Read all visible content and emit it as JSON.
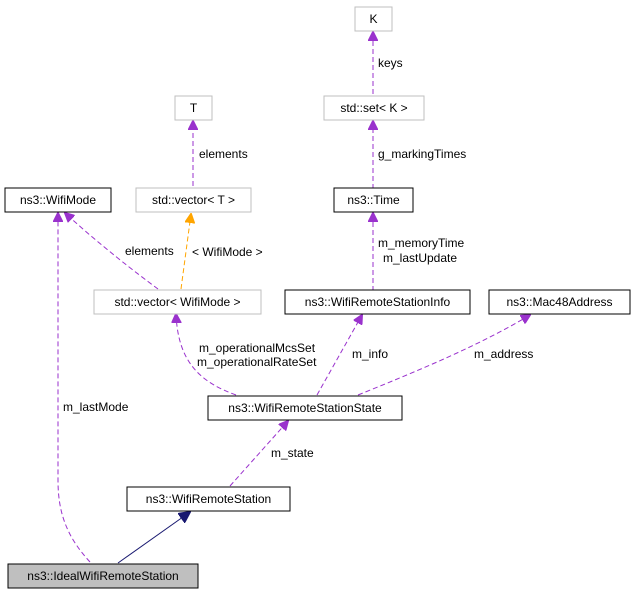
{
  "nodes": {
    "k": "K",
    "std_set_k": "std::set< K >",
    "t": "T",
    "std_vector_t": "std::vector< T >",
    "wifi_mode": "ns3::WifiMode",
    "time": "ns3::Time",
    "std_vector_wifimode": "std::vector< WifiMode >",
    "station_info": "ns3::WifiRemoteStationInfo",
    "mac48": "ns3::Mac48Address",
    "station_state": "ns3::WifiRemoteStationState",
    "remote_station": "ns3::WifiRemoteStation",
    "ideal_station": "ns3::IdealWifiRemoteStation"
  },
  "edges": {
    "keys": "keys",
    "g_marking_times": "g_markingTimes",
    "elements_t": "elements",
    "elements_mode": "elements",
    "wifimode_template": "< WifiMode >",
    "m_memory_time": "m_memoryTime",
    "m_last_update": "m_lastUpdate",
    "m_operational_mcs_set": "m_operationalMcsSet",
    "m_operational_rate_set": "m_operationalRateSet",
    "m_info": "m_info",
    "m_address": "m_address",
    "m_last_mode": "m_lastMode",
    "m_state": "m_state"
  }
}
